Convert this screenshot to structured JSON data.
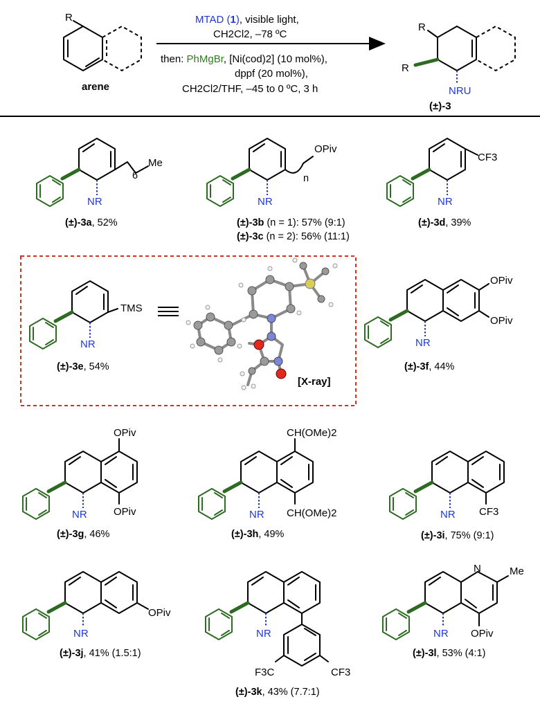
{
  "header": {
    "arene_R": "R",
    "arene_label": "arene",
    "cond_line1_reagent": "MTAD (",
    "cond_line1_num": "1",
    "cond_line1_close": ")",
    "cond_line1_rest": ", visible light,",
    "cond_line2": "CH2Cl2, –78 ºC",
    "cond_line3_then": "then: ",
    "cond_line3_reagent": "PhMgBr",
    "cond_line3_rest": ", [Ni(cod)2] (10 mol%),",
    "cond_line4": "dppf (20 mol%),",
    "cond_line5": "CH2Cl2/THF, –45 to 0 ºC, 3 h",
    "product_R_top": "R",
    "product_R_left": "R",
    "product_NRu": "NRU",
    "product_label": "(±)-3"
  },
  "compounds": [
    {
      "id": "3a",
      "sub": "Me",
      "count": "6",
      "caption_a": "(±)-3a",
      "caption_b": ", 52%"
    },
    {
      "id": "3b",
      "sub": "OPiv",
      "count": "n",
      "caption_a": "(±)-3b",
      "caption_b": " (n = 1): 57% (9:1)",
      "caption2_a": "(±)-3c",
      "caption2_b": " (n = 2): 56% (11:1)"
    },
    {
      "id": "3d",
      "sub": "CF3",
      "caption_a": "(±)-3d",
      "caption_b": ", 39%"
    },
    {
      "id": "3e",
      "sub": "TMS",
      "caption_a": "(±)-3e",
      "caption_b": ", 54%",
      "xray": "[X-ray]"
    },
    {
      "id": "3f",
      "sub1": "OPiv",
      "sub2": "OPiv",
      "caption_a": "(±)-3f",
      "caption_b": ", 44%"
    },
    {
      "id": "3g",
      "sub1": "OPiv",
      "sub2": "OPiv",
      "caption_a": "(±)-3g",
      "caption_b": ", 46%"
    },
    {
      "id": "3h",
      "sub1": "CH(OMe)2",
      "sub2": "CH(OMe)2",
      "caption_a": "(±)-3h",
      "caption_b": ", 49%"
    },
    {
      "id": "3i",
      "sub": "CF3",
      "caption_a": "(±)-3i",
      "caption_b": ", 75% (9:1)"
    },
    {
      "id": "3j",
      "sub": "OPiv",
      "caption_a": "(±)-3j",
      "caption_b": ", 41% (1.5:1)"
    },
    {
      "id": "3k",
      "sub1": "F3C",
      "sub2": "CF3",
      "caption_a": "(±)-3k",
      "caption_b": ", 43% (7.7:1)"
    },
    {
      "id": "3l",
      "N": "N",
      "Me": "Me",
      "sub": "OPiv",
      "caption_a": "(±)-3l",
      "caption_b": ", 53% (4:1)"
    }
  ],
  "colors": {
    "nitrogen_blue": "#1f37d6",
    "phenyl_green": "#2e6b22",
    "box_red": "#d0321c"
  }
}
